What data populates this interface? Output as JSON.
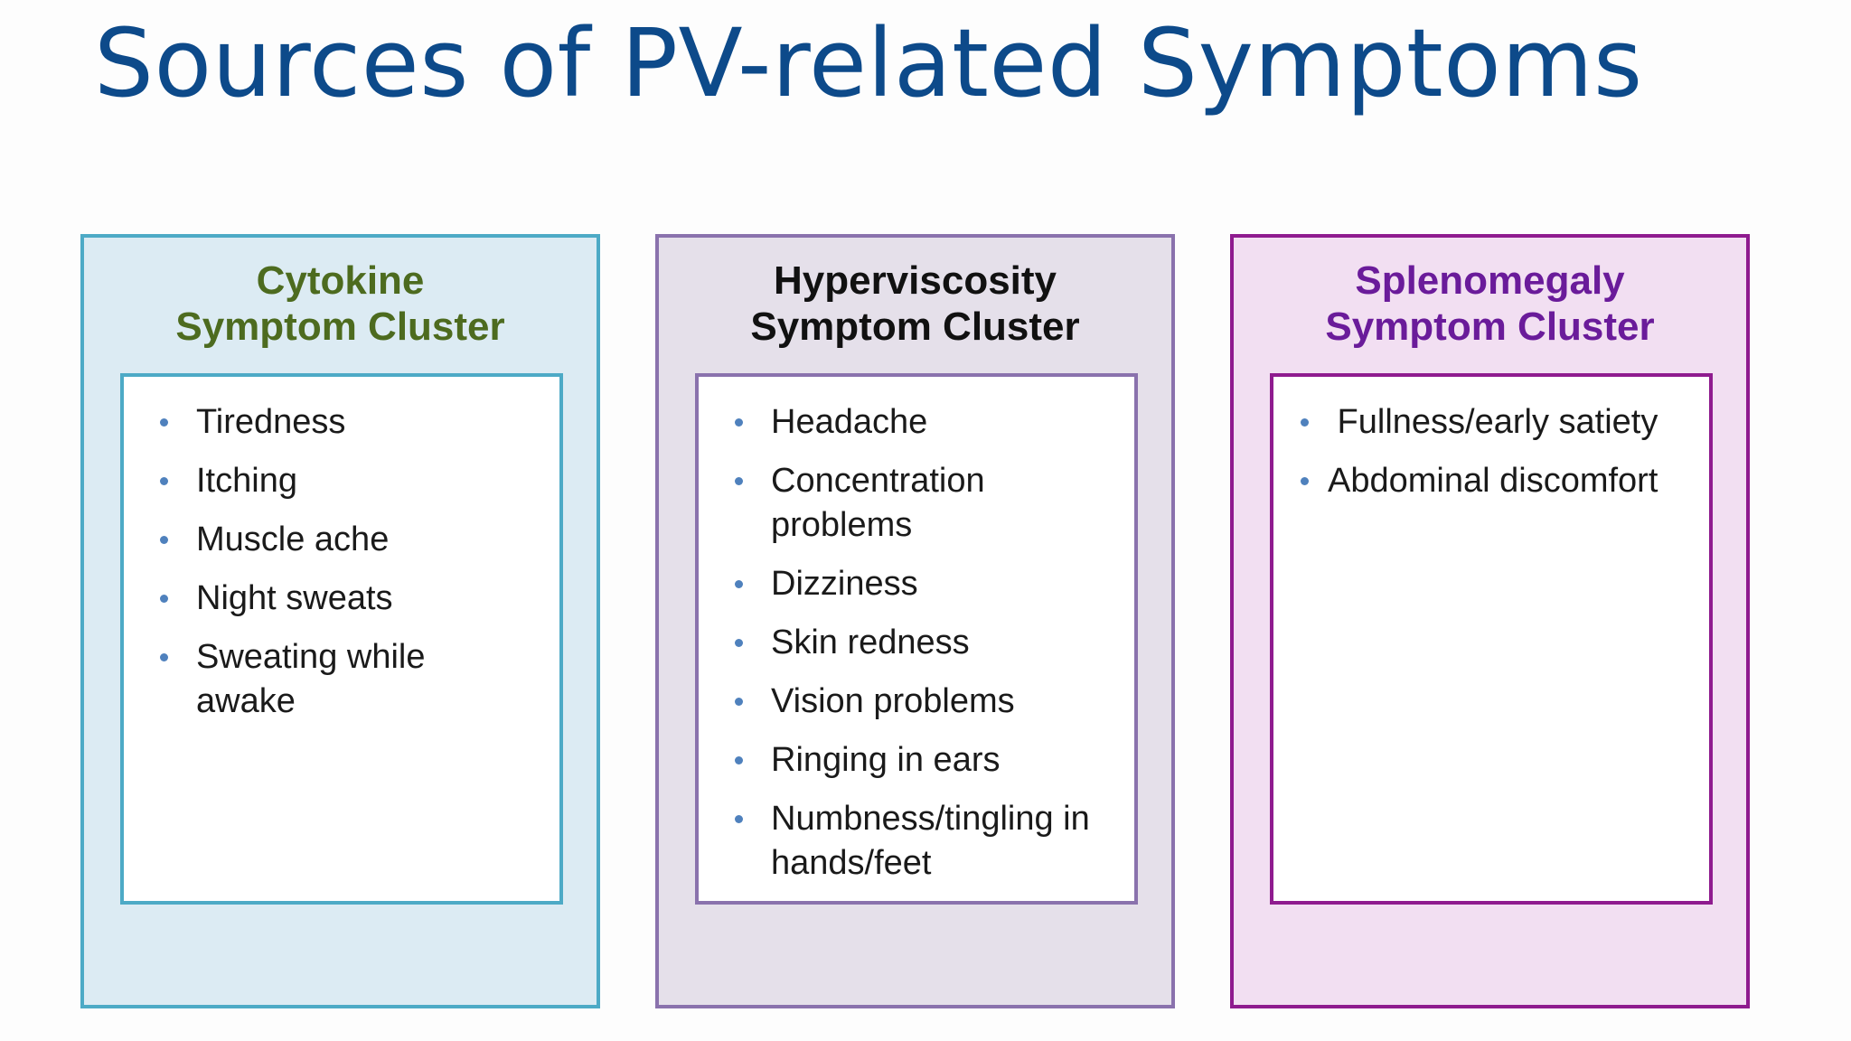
{
  "title": "Sources of PV-related Symptoms",
  "clusters": [
    {
      "heading_line1": "Cytokine",
      "heading_line2": "Symptom Cluster",
      "symptoms": [
        "Tiredness",
        "Itching",
        "Muscle ache",
        "Night sweats",
        "Sweating while awake"
      ]
    },
    {
      "heading_line1": "Hyperviscosity",
      "heading_line2": "Symptom Cluster",
      "symptoms": [
        "Headache",
        "Concentration problems",
        "Dizziness",
        "Skin redness",
        "Vision problems",
        "Ringing in ears",
        "Numbness/tingling in hands/feet"
      ]
    },
    {
      "heading_line1": "Splenomegaly",
      "heading_line2": "Symptom Cluster",
      "symptoms": [
        " Fullness/early satiety",
        "Abdominal discomfort"
      ]
    }
  ],
  "colors": {
    "title": "#0d4a8a",
    "bullet": "#4f81bd",
    "cytokine_border": "#4daac6",
    "cytokine_fill": "#dcebf3",
    "cytokine_heading": "#4d6b1f",
    "hyperviscosity_border": "#8a72ad",
    "hyperviscosity_fill": "#e5e0ea",
    "hyperviscosity_heading": "#111111",
    "splenomegaly_border": "#8f1b8f",
    "splenomegaly_fill": "#f2dff2",
    "splenomegaly_heading": "#6a1b9a"
  },
  "icons": {
    "bullet": "bullet-dot-icon"
  }
}
